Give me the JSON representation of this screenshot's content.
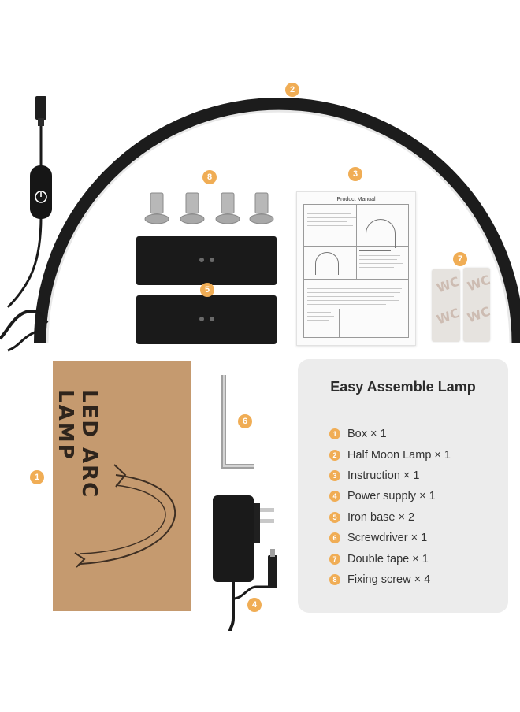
{
  "manual": {
    "title": "Product Manual"
  },
  "box": {
    "print_text": "LED ARC LAMP"
  },
  "callouts": [
    "1",
    "2",
    "3",
    "4",
    "5",
    "6",
    "7",
    "8"
  ],
  "tape_text": "WC",
  "panel": {
    "title": "Easy Assemble Lamp",
    "items": [
      {
        "num": "1",
        "text": "Box × 1"
      },
      {
        "num": "2",
        "text": "Half Moon Lamp × 1"
      },
      {
        "num": "3",
        "text": "Instruction × 1"
      },
      {
        "num": "4",
        "text": "Power supply × 1"
      },
      {
        "num": "5",
        "text": "Iron base × 2"
      },
      {
        "num": "6",
        "text": "Screwdriver × 1"
      },
      {
        "num": "7",
        "text": "Double tape × 1"
      },
      {
        "num": "8",
        "text": "Fixing screw × 4"
      }
    ]
  },
  "colors": {
    "accent": "#f0ad55",
    "panel_bg": "#ececec",
    "box": "#c59a6f",
    "lamp": "#1a1a1a"
  }
}
